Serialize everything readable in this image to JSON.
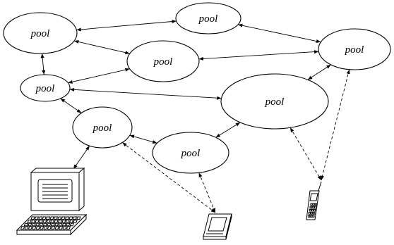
{
  "pools": [
    {
      "id": "p1",
      "label": "pool"
    },
    {
      "id": "p2",
      "label": "pool"
    },
    {
      "id": "p3",
      "label": "pool"
    },
    {
      "id": "p4",
      "label": "pool"
    },
    {
      "id": "p5",
      "label": "pool"
    },
    {
      "id": "p6",
      "label": "pool"
    },
    {
      "id": "p7",
      "label": "pool"
    },
    {
      "id": "p8",
      "label": "pool"
    }
  ],
  "devices": [
    {
      "id": "computer",
      "icon": "desktop-computer-icon"
    },
    {
      "id": "pda",
      "icon": "pda-icon"
    },
    {
      "id": "phone",
      "icon": "mobile-phone-icon"
    }
  ],
  "links": [
    {
      "from": "p1",
      "to": "p2",
      "kind": "wired"
    },
    {
      "from": "p2",
      "to": "p5",
      "kind": "wired"
    },
    {
      "from": "p1",
      "to": "p3",
      "kind": "wired"
    },
    {
      "from": "p1",
      "to": "p4",
      "kind": "wired"
    },
    {
      "from": "p4",
      "to": "p3",
      "kind": "wired"
    },
    {
      "from": "p3",
      "to": "p5",
      "kind": "wired"
    },
    {
      "from": "p4",
      "to": "p6",
      "kind": "wired"
    },
    {
      "from": "p5",
      "to": "p6",
      "kind": "wired"
    },
    {
      "from": "p4",
      "to": "p7",
      "kind": "wired"
    },
    {
      "from": "p7",
      "to": "p8",
      "kind": "wired"
    },
    {
      "from": "p8",
      "to": "p6",
      "kind": "wired"
    },
    {
      "from": "p7",
      "to": "computer",
      "kind": "wired"
    },
    {
      "from": "p7",
      "to": "pda",
      "kind": "wireless"
    },
    {
      "from": "p8",
      "to": "pda",
      "kind": "wireless"
    },
    {
      "from": "p6",
      "to": "phone",
      "kind": "wireless"
    },
    {
      "from": "p5",
      "to": "phone",
      "kind": "wireless"
    }
  ]
}
